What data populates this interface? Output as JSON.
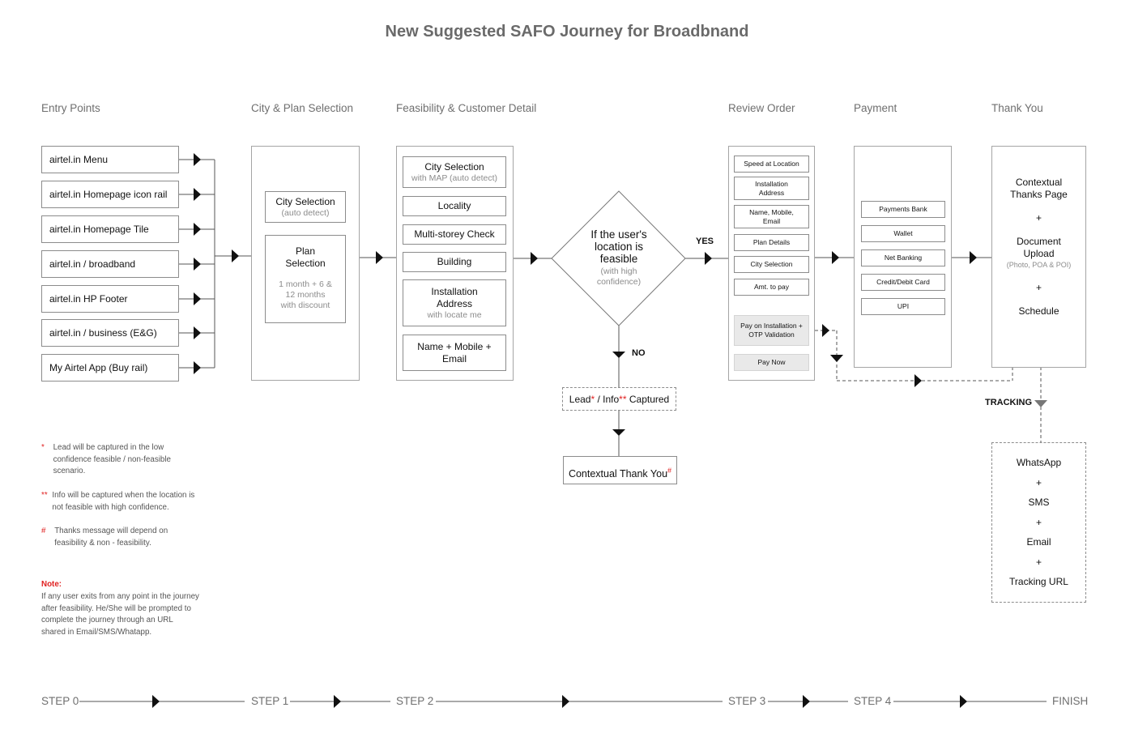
{
  "title": "New Suggested SAFO Journey for Broadbnand",
  "columns": {
    "entry": "Entry Points",
    "city_plan": "City & Plan Selection",
    "feasibility": "Feasibility & Customer Detail",
    "review": "Review Order",
    "payment": "Payment",
    "thanks": "Thank You"
  },
  "entry_points": [
    "airtel.in Menu",
    "airtel.in Homepage icon rail",
    "airtel.in Homepage Tile",
    "airtel.in / broadband",
    "airtel.in HP Footer",
    "airtel.in / business (E&G)",
    "My Airtel App (Buy rail)"
  ],
  "city_plan": {
    "city_label": "City Selection",
    "city_sub": "(auto detect)",
    "plan_label": "Plan Selection",
    "plan_sub": "1 month + 6 & 12 months with discount"
  },
  "feasibility": {
    "city_label": "City Selection",
    "city_sub": "with MAP (auto detect)",
    "locality": "Locality",
    "multistorey": "Multi-storey Check",
    "building": "Building",
    "install_label": "Installation Address",
    "install_sub": "with locate me",
    "name": "Name + Mobile + Email"
  },
  "decision": {
    "text": "If the user's location is feasible",
    "sub": "(with high confidence)",
    "yes": "YES",
    "no": "NO"
  },
  "lead": {
    "pre": "Lead",
    "star1": "*",
    "mid": " / Info",
    "star2": "**",
    "post": " Captured"
  },
  "contextual_ty": {
    "text": "Contextual Thank You",
    "mark": "#"
  },
  "review_items": [
    "Speed at Location",
    "Installation Address",
    "Name, Mobile, Email",
    "Plan Details",
    "City Selection",
    "Amt. to pay"
  ],
  "review_actions": {
    "pay_install": "Pay on Installation + OTP Validation",
    "pay_now": "Pay Now"
  },
  "payment_items": [
    "Payments Bank",
    "Wallet",
    "Net Banking",
    "Credit/Debit Card",
    "UPI"
  ],
  "thanks": {
    "line1": "Contextual Thanks Page",
    "plus": "+",
    "doc": "Document Upload",
    "doc_sub": "(Photo, POA & POI)",
    "schedule": "Schedule"
  },
  "tracking": {
    "label": "TRACKING",
    "items": [
      "WhatsApp",
      "+",
      "SMS",
      "+",
      "Email",
      "+",
      "Tracking URL"
    ]
  },
  "notes": {
    "n1_mark": "*",
    "n1": "Lead will be captured in the low confidence feasible / non-feasible scenario.",
    "n2_mark": "**",
    "n2": "Info will be captured when the location is not feasible with high confidence.",
    "n3_mark": "#",
    "n3": "Thanks message will depend on feasibility & non - feasibility.",
    "note_title": "Note:",
    "note_body": "If any user exits from any point in the journey after feasibility. He/She will be prompted to complete the journey through an URL shared in Email/SMS/Whatapp."
  },
  "steps": [
    "STEP 0",
    "STEP 1",
    "STEP 2",
    "STEP 3",
    "STEP 4",
    "FINISH"
  ],
  "colors": {
    "note_red": "#e02020",
    "line": "#555555",
    "gray_fill": "#e9e9e9"
  }
}
